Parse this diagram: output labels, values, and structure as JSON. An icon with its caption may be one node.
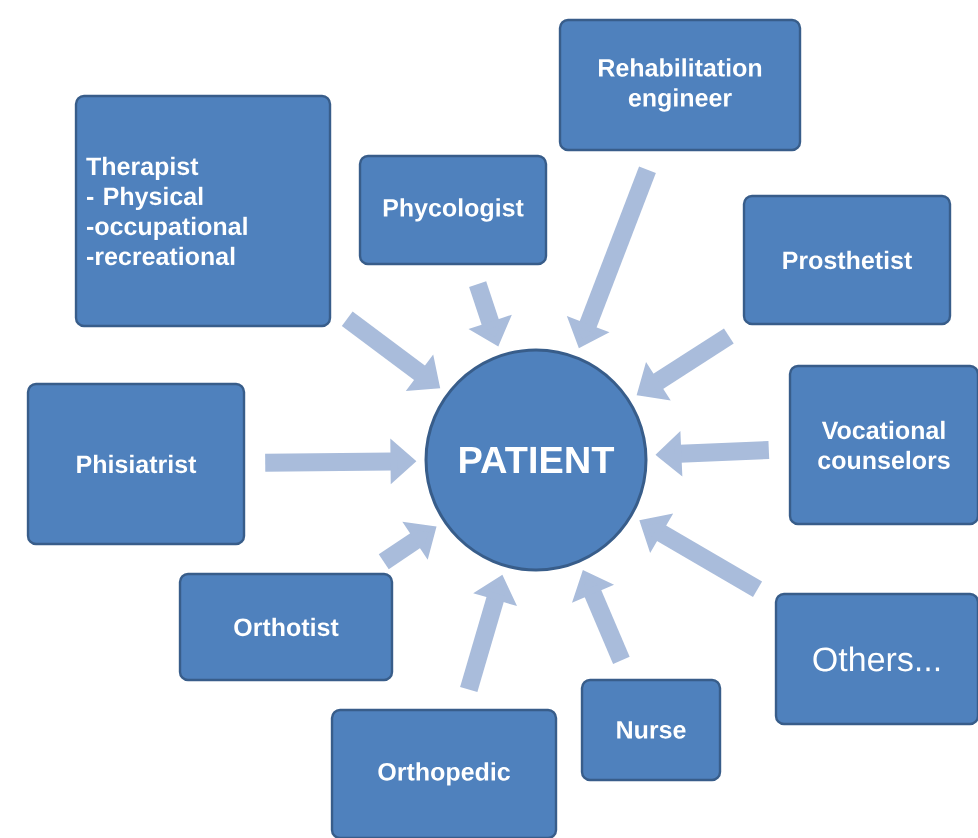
{
  "diagram": {
    "nodes": [
      {
        "text": [
          "PATIENT"
        ]
      },
      {
        "text": [
          "Therapist",
          "- Physical",
          "-occupational",
          "-recreational"
        ]
      },
      {
        "text": [
          "Phycologist"
        ]
      },
      {
        "text": [
          "Rehabilitation engineer"
        ]
      },
      {
        "text": [
          "Prosthetist"
        ]
      },
      {
        "text": [
          "Vocational counselors"
        ]
      },
      {
        "text": [
          "Others..."
        ]
      },
      {
        "text": [
          "Phisiatrist"
        ]
      },
      {
        "text": [
          "Orthotist"
        ]
      },
      {
        "text": [
          "Orthopedic"
        ]
      },
      {
        "text": [
          "Nurse"
        ]
      }
    ],
    "edges": [
      {
        "from": 1,
        "to": 0,
        "arrow": "to"
      },
      {
        "from": 2,
        "to": 0,
        "arrow": "to"
      },
      {
        "from": 3,
        "to": 0,
        "arrow": "to"
      },
      {
        "from": 4,
        "to": 0,
        "arrow": "to"
      },
      {
        "from": 5,
        "to": 0,
        "arrow": "to"
      },
      {
        "from": 6,
        "to": 0,
        "arrow": "to"
      },
      {
        "from": 7,
        "to": 0,
        "arrow": "to"
      },
      {
        "from": 8,
        "to": 0,
        "arrow": "to"
      },
      {
        "from": 9,
        "to": 0,
        "arrow": "to"
      },
      {
        "from": 10,
        "to": 0,
        "arrow": "to"
      }
    ]
  }
}
